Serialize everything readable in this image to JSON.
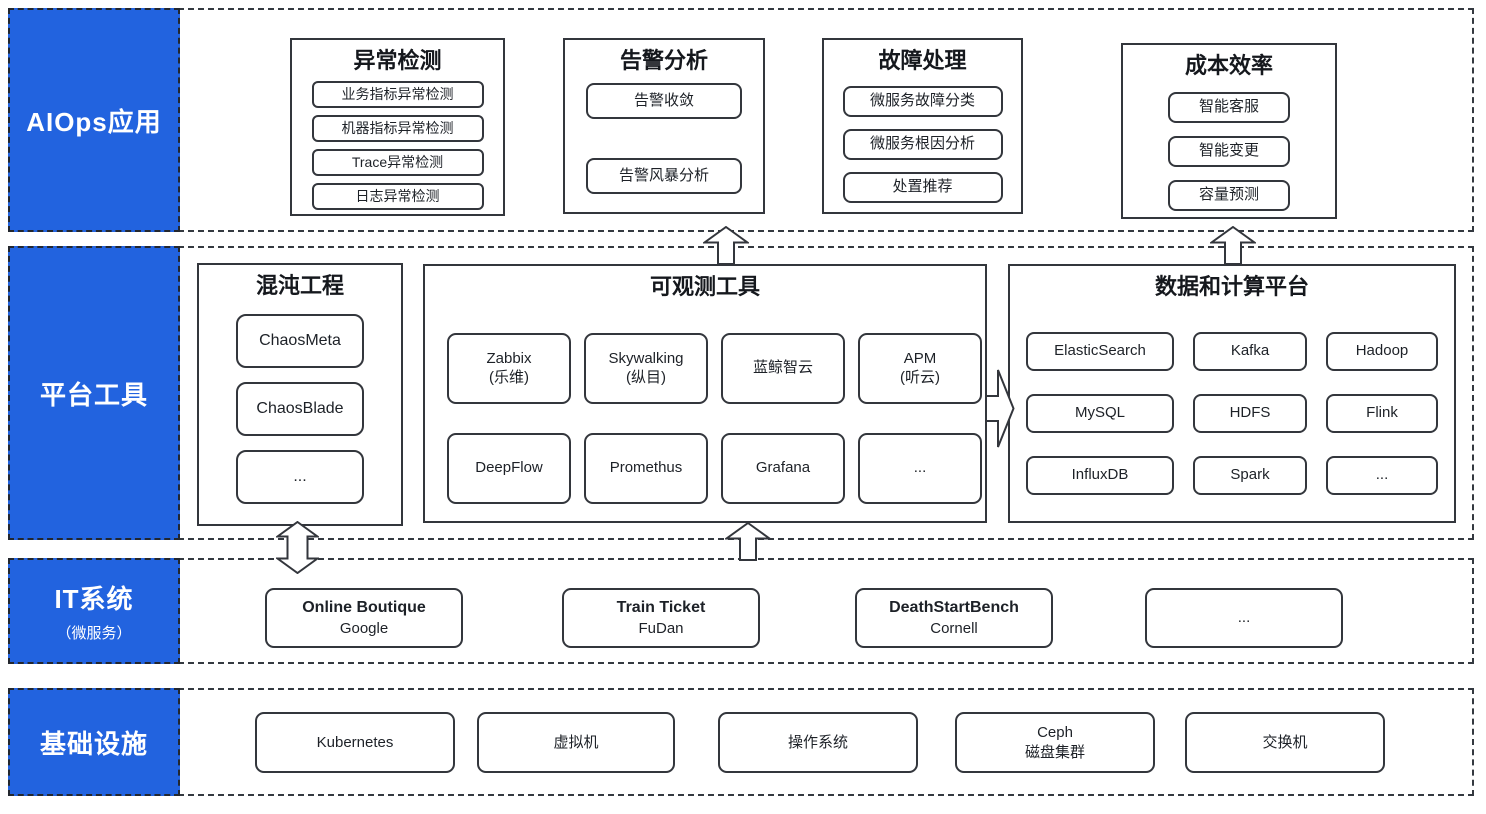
{
  "colors": {
    "accent_blue": "#2263df",
    "line_dark": "#33363c",
    "background": "#ffffff",
    "label_text": "#ffffff"
  },
  "layers": {
    "aiops": {
      "label": "AIOps应用"
    },
    "platform": {
      "label": "平台工具"
    },
    "it": {
      "label": "IT系统",
      "sublabel": "（微服务）"
    },
    "infra": {
      "label": "基础设施"
    }
  },
  "aiops_groups": {
    "anomaly": {
      "title": "异常检测",
      "items": [
        "业务指标异常检测",
        "机器指标异常检测",
        "Trace异常检测",
        "日志异常检测"
      ]
    },
    "alert": {
      "title": "告警分析",
      "items": [
        "告警收敛",
        "告警风暴分析"
      ]
    },
    "fault": {
      "title": "故障处理",
      "items": [
        "微服务故障分类",
        "微服务根因分析",
        "处置推荐"
      ]
    },
    "cost": {
      "title": "成本效率",
      "items": [
        "智能客服",
        "智能变更",
        "容量预测"
      ]
    }
  },
  "platform_groups": {
    "chaos": {
      "title": "混沌工程",
      "items": [
        "ChaosMeta",
        "ChaosBlade",
        "..."
      ]
    },
    "observability": {
      "title": "可观测工具",
      "items": [
        {
          "name": "Zabbix",
          "sub": "(乐维)"
        },
        {
          "name": "Skywalking",
          "sub": "(纵目)"
        },
        {
          "name": "蓝鲸智云",
          "sub": ""
        },
        {
          "name": "APM",
          "sub": "(听云)"
        },
        {
          "name": "DeepFlow",
          "sub": ""
        },
        {
          "name": "Promethus",
          "sub": ""
        },
        {
          "name": "Grafana",
          "sub": ""
        },
        {
          "name": "...",
          "sub": ""
        }
      ]
    },
    "data_platform": {
      "title": "数据和计算平台",
      "items": [
        "ElasticSearch",
        "Kafka",
        "Hadoop",
        "MySQL",
        "HDFS",
        "Flink",
        "InfluxDB",
        "Spark",
        "..."
      ]
    }
  },
  "it_systems": [
    {
      "name": "Online Boutique",
      "sub": "Google"
    },
    {
      "name": "Train Ticket",
      "sub": "FuDan"
    },
    {
      "name": "DeathStartBench",
      "sub": "Cornell"
    },
    {
      "name": "...",
      "sub": ""
    }
  ],
  "infrastructure": [
    {
      "name": "Kubernetes",
      "sub": ""
    },
    {
      "name": "虚拟机",
      "sub": ""
    },
    {
      "name": "操作系统",
      "sub": ""
    },
    {
      "name": "Ceph",
      "sub": "磁盘集群"
    },
    {
      "name": "交换机",
      "sub": ""
    }
  ]
}
